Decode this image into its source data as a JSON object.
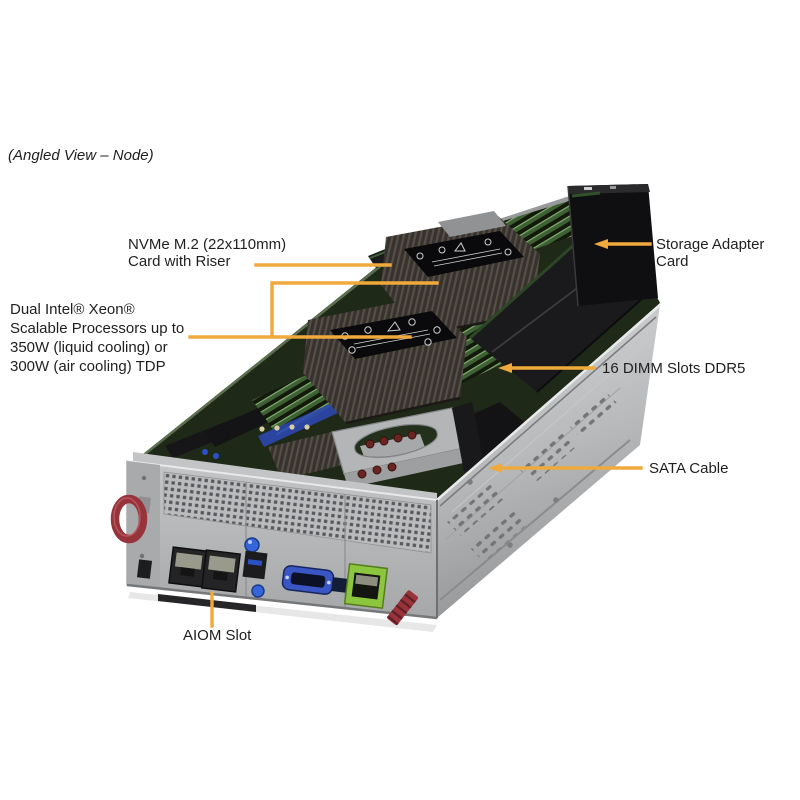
{
  "caption": "(Angled View – Node)",
  "callouts": {
    "nvme_riser": "NVMe M.2 (22x110mm)\nCard with Riser",
    "cpu_processors": "Dual Intel®  Xeon®\nScalable Processors up to\n350W (liquid cooling) or\n300W (air cooling) TDP",
    "storage_adapter": "Storage Adapter Card",
    "dimm_slots": "16 DIMM Slots DDR5",
    "sata_cable": "SATA Cable",
    "aiom_slot": "AIOM Slot"
  },
  "colors": {
    "accent": "#F0A93C",
    "text": "#1F1F1F",
    "background": "#FFFFFF"
  }
}
